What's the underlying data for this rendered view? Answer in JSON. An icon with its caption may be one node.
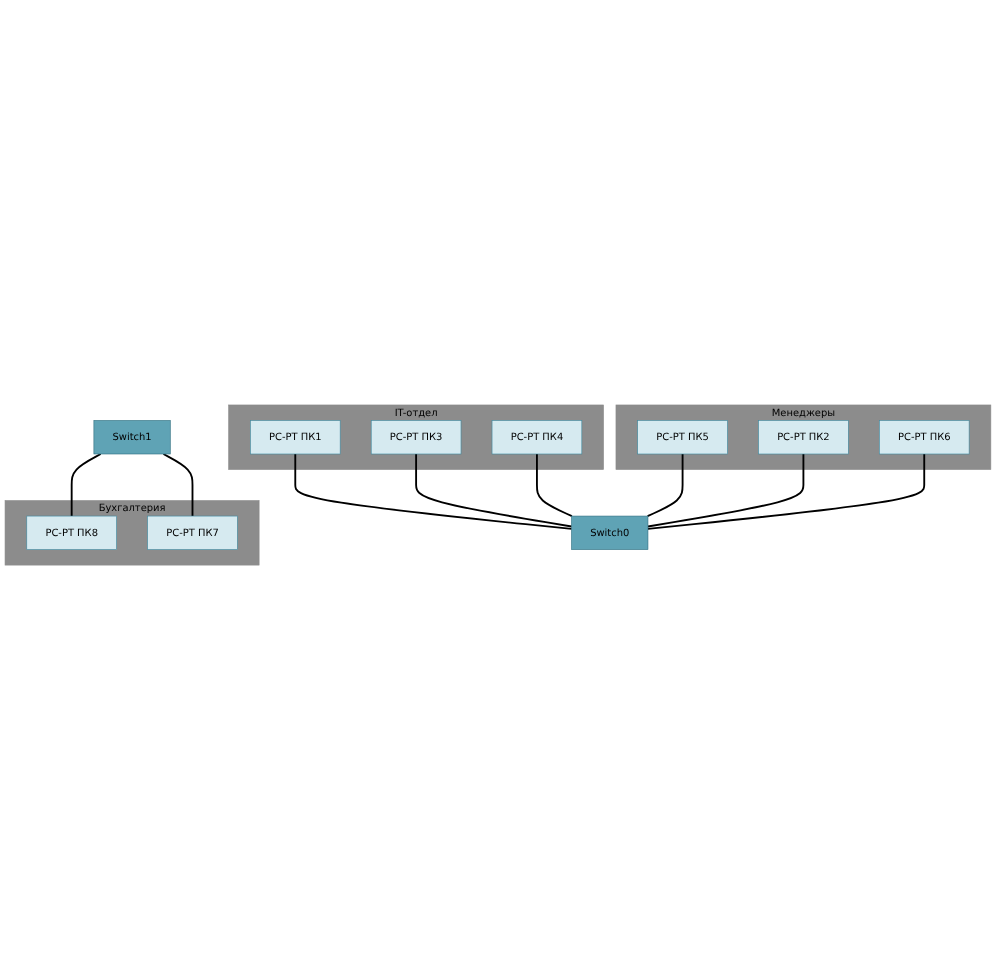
{
  "diagram": {
    "nodes": [
      {
        "text": [
          "Бухгалтерия"
        ]
      },
      {
        "text": [
          "PC-PT ПК8"
        ],
        "in": 0
      },
      {
        "text": [
          "PC-PT ПК7"
        ],
        "in": 0
      },
      {
        "text": [
          "Switch1"
        ]
      },
      {
        "text": [
          "Switch0"
        ]
      },
      {
        "text": [
          "IT-отдел"
        ]
      },
      {
        "text": [
          "PC-PT ПК1"
        ],
        "in": 5
      },
      {
        "text": [
          "PC-PT ПК3"
        ],
        "in": 5
      },
      {
        "text": [
          "PC-PT ПК4"
        ],
        "in": 5
      },
      {
        "text": [
          "Менеджеры"
        ]
      },
      {
        "text": [
          "PC-PT ПК5"
        ],
        "in": 9
      },
      {
        "text": [
          "PC-PT ПК2"
        ],
        "in": 9
      },
      {
        "text": [
          "PC-PT ПК6"
        ],
        "in": 9
      }
    ],
    "edges": [
      {
        "from": 1,
        "to": 3,
        "arrow": "none"
      },
      {
        "from": 2,
        "to": 3,
        "arrow": "none"
      },
      {
        "from": 4,
        "to": 6,
        "arrow": "none"
      },
      {
        "from": 4,
        "to": 7,
        "arrow": "none"
      },
      {
        "from": 4,
        "to": 8,
        "arrow": "none"
      },
      {
        "from": 4,
        "to": 10,
        "arrow": "none"
      },
      {
        "from": 4,
        "to": 11,
        "arrow": "none"
      },
      {
        "from": 4,
        "to": 12,
        "arrow": "none"
      }
    ]
  }
}
